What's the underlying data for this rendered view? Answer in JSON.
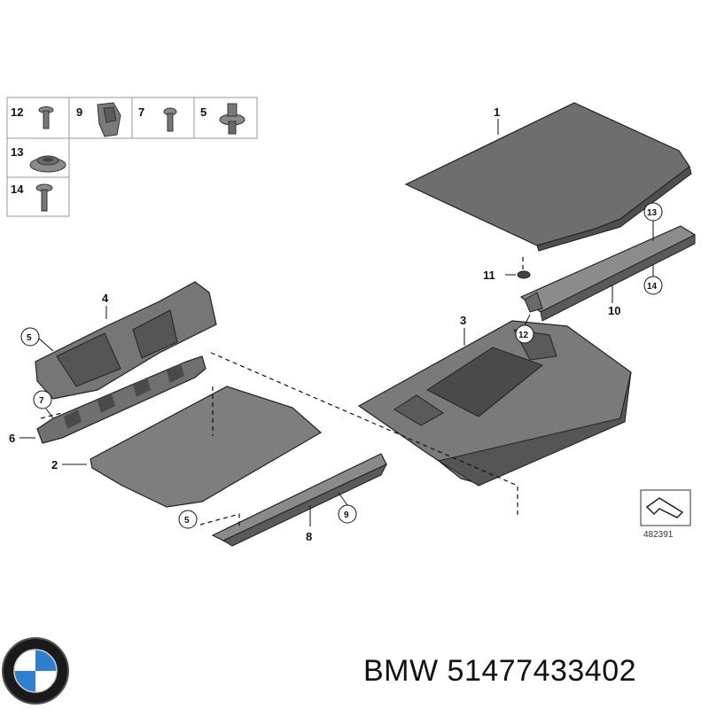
{
  "legend": [
    {
      "num": "12",
      "icon": "screw-icon"
    },
    {
      "num": "9",
      "icon": "clip-icon"
    },
    {
      "num": "7",
      "icon": "screw-icon"
    },
    {
      "num": "5",
      "icon": "expanding-rivet-icon"
    },
    {
      "num": "13",
      "icon": "grommet-icon"
    },
    {
      "num": "14",
      "icon": "screw-icon"
    }
  ],
  "callouts": {
    "c1": "1",
    "c2": "2",
    "c3": "3",
    "c4": "4",
    "c6": "6",
    "c8": "8",
    "c10": "10",
    "c11": "11"
  },
  "circled": {
    "c5a": "5",
    "c5b": "5",
    "c7": "7",
    "c9": "9",
    "c12": "12",
    "c13": "13",
    "c14": "14"
  },
  "reference": "482391",
  "footer": {
    "logo": "BMW",
    "text": "BMW 51477433402"
  },
  "colors": {
    "part_fill": "#6e6e6e",
    "part_dark": "#4f4f4f",
    "part_light": "#8c8c8c",
    "logo_blue": "#2f7fd1"
  }
}
